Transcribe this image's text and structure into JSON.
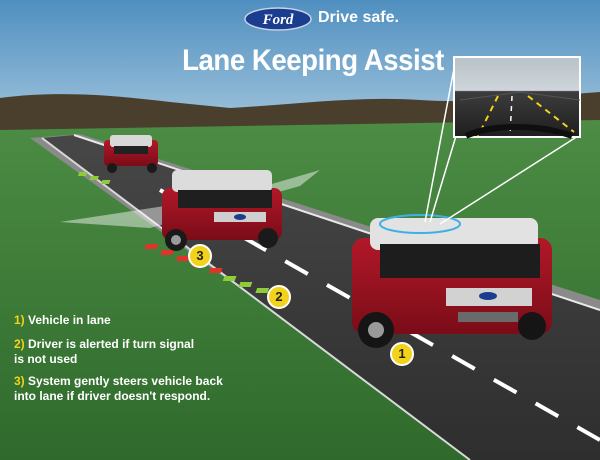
{
  "brand": {
    "logo_text": "Ford",
    "tagline": "Drive safe."
  },
  "title": "Lane Keeping Assist",
  "callouts": [
    {
      "number": "1)",
      "text": "Vehicle in lane"
    },
    {
      "number": "2)",
      "text": "Driver is alerted if turn signal is not used"
    },
    {
      "number": "3)",
      "text": "System gently steers vehicle back into lane if driver doesn't respond."
    }
  ],
  "markers": [
    "1",
    "2",
    "3"
  ],
  "colors": {
    "sky": "#6fa3c9",
    "grass": "#3f7a3a",
    "road": "#3b3b3b",
    "lane_marking": "#ffffff",
    "alert_red": "#e0342a",
    "lane_green": "#8fcc3a",
    "vehicle_red": "#9b1020",
    "marker_yellow": "#f2d21a",
    "logo_blue": "#1a3d8f"
  },
  "icons": {
    "logo": "ford-oval-logo",
    "camera_view": "windshield-camera-view"
  }
}
